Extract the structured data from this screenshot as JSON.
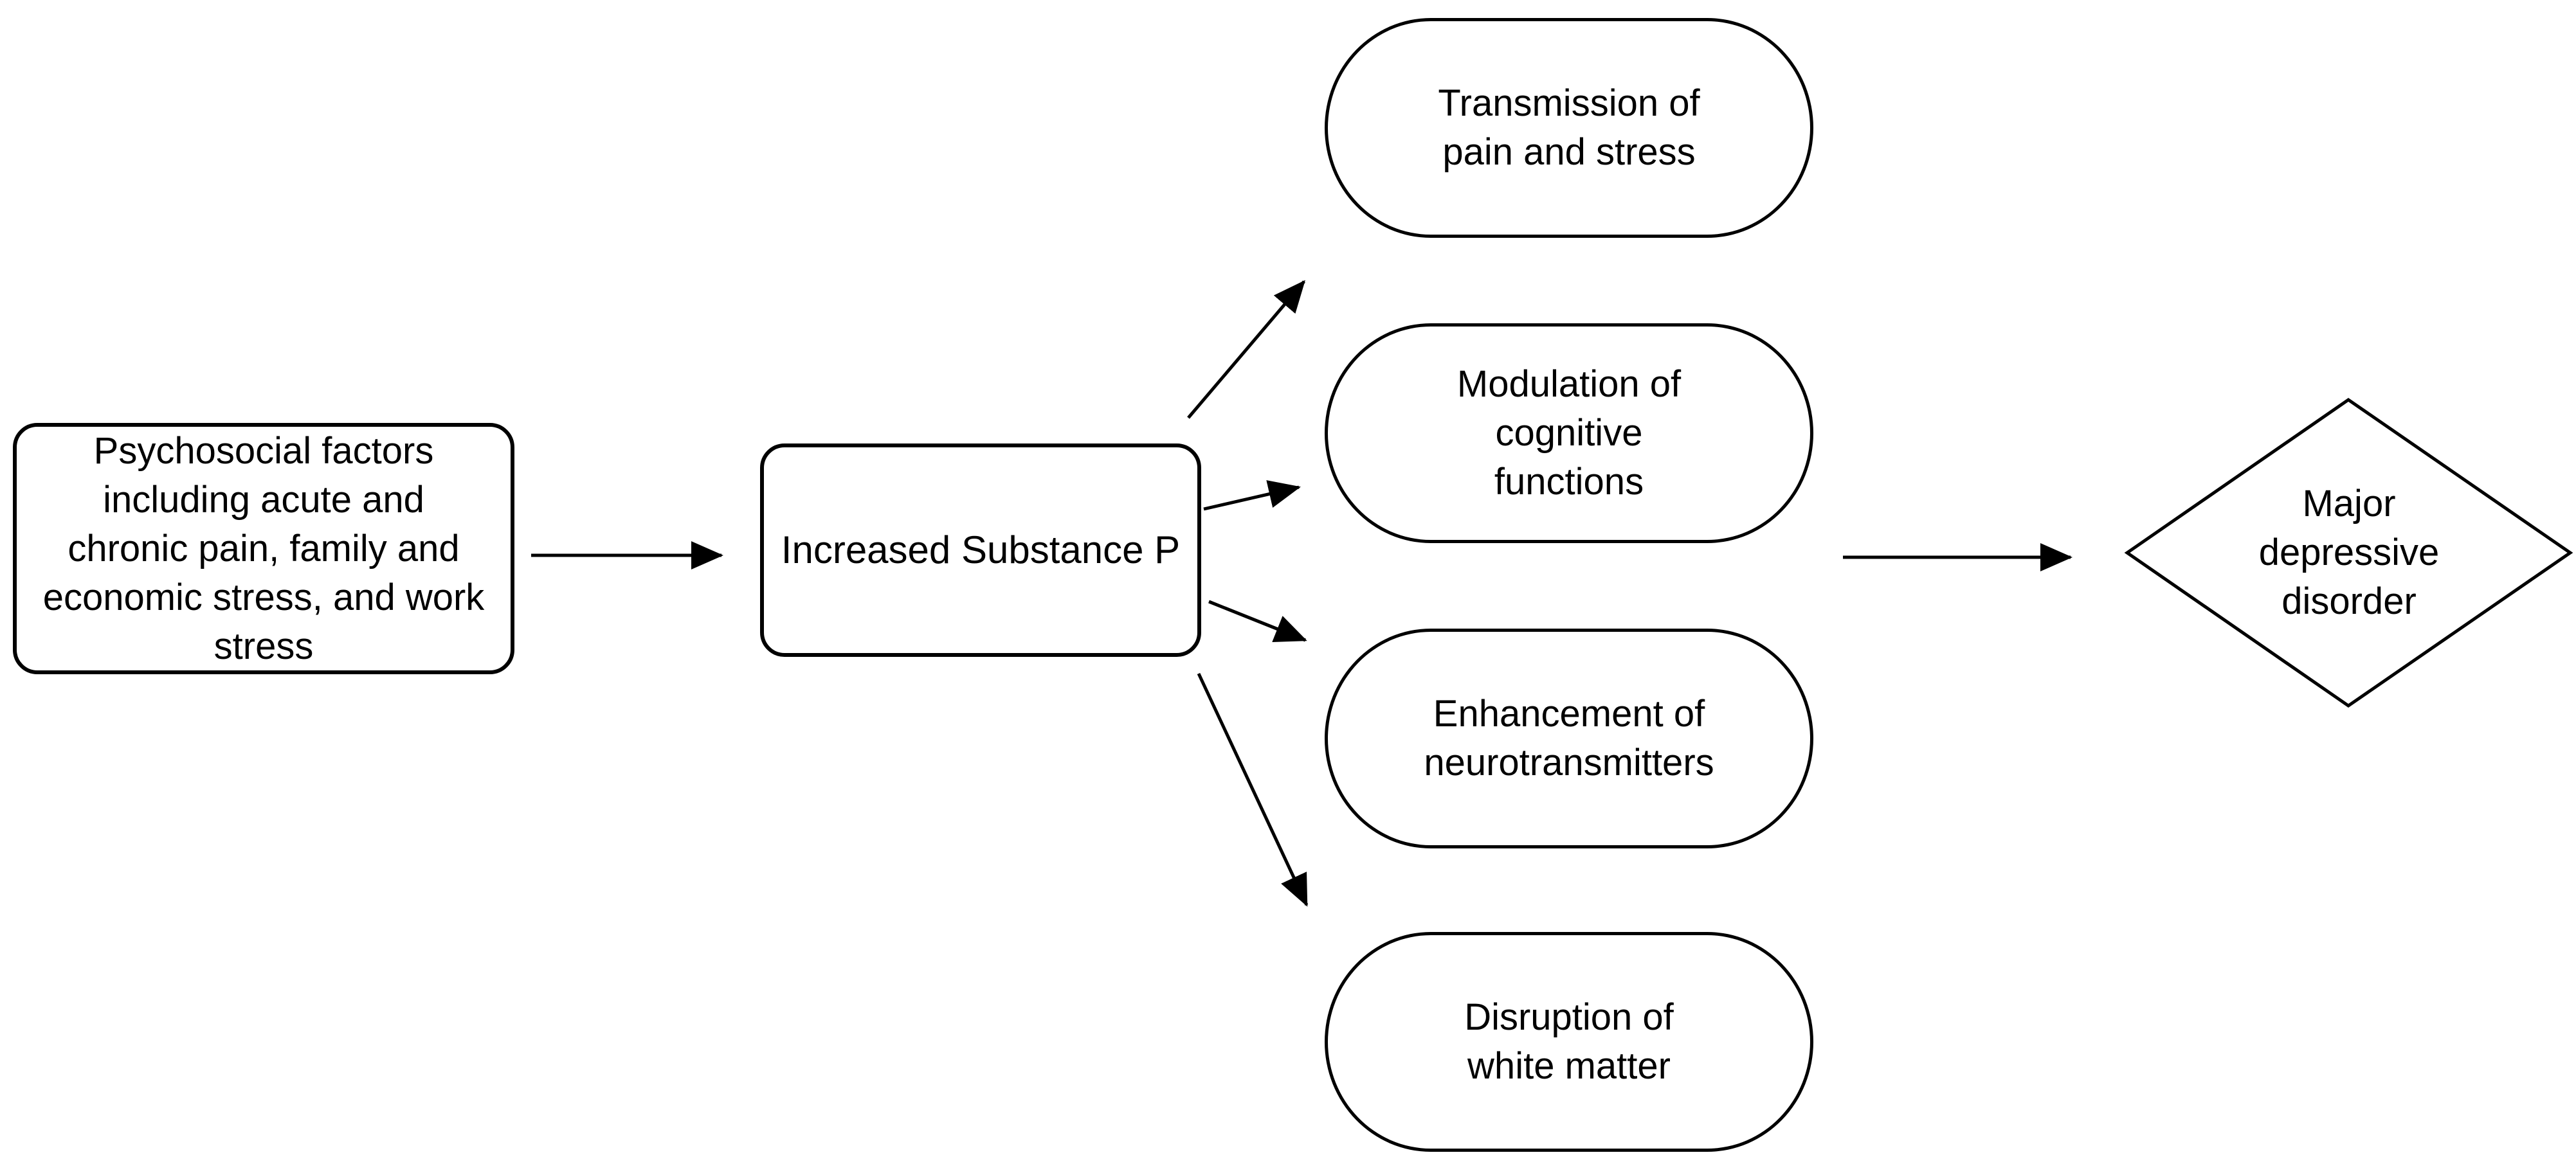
{
  "diagram": {
    "type": "flowchart",
    "background_color": "#ffffff",
    "line_color": "#000000",
    "node_fill_color": "#ffffff",
    "nodes": {
      "psychosocial": {
        "shape": "rounded-rectangle",
        "text": "Psychosocial factors including acute and chronic pain, family and economic stress, and work stress",
        "lines": [
          "Psychosocial factors",
          "including acute and",
          "chronic pain, family and",
          "economic stress, and work",
          "stress"
        ]
      },
      "substance_p": {
        "shape": "rounded-rectangle",
        "text": "Increased Substance P",
        "lines": [
          "Increased Substance P"
        ]
      },
      "transmission": {
        "shape": "pill",
        "text": "Transmission of pain and stress",
        "lines": [
          "Transmission of",
          "pain and stress"
        ]
      },
      "modulation": {
        "shape": "pill",
        "text": "Modulation of cognitive functions",
        "lines": [
          "Modulation of",
          "cognitive",
          "functions"
        ]
      },
      "enhancement": {
        "shape": "pill",
        "text": "Enhancement of neurotransmitters",
        "lines": [
          "Enhancement of",
          "neurotransmitters"
        ]
      },
      "disruption": {
        "shape": "pill",
        "text": "Disruption of white matter",
        "lines": [
          "Disruption of",
          "white matter"
        ]
      },
      "mdd": {
        "shape": "diamond",
        "text": "Major depressive disorder",
        "lines": [
          "Major",
          "depressive",
          "disorder"
        ]
      }
    },
    "edges": [
      {
        "from": "psychosocial",
        "to": "substance_p",
        "style": "solid-arrow"
      },
      {
        "from": "substance_p",
        "to": "transmission",
        "style": "solid-arrow"
      },
      {
        "from": "substance_p",
        "to": "modulation",
        "style": "solid-arrow"
      },
      {
        "from": "substance_p",
        "to": "enhancement",
        "style": "solid-arrow"
      },
      {
        "from": "substance_p",
        "to": "disruption",
        "style": "solid-arrow"
      },
      {
        "from": "mediators-column",
        "to": "mdd",
        "style": "solid-arrow"
      }
    ]
  }
}
